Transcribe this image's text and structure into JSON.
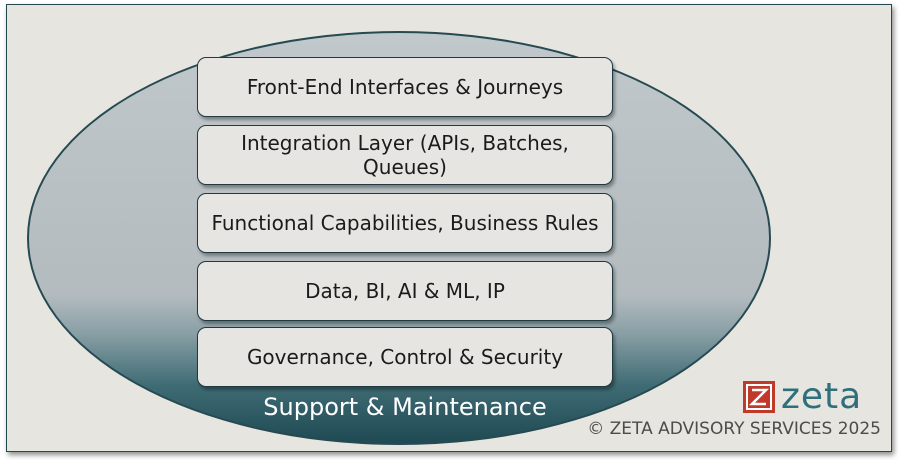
{
  "layers": [
    {
      "label": "Front-End Interfaces & Journeys"
    },
    {
      "label": "Integration Layer (APIs, Batches, Queues)"
    },
    {
      "label": "Functional Capabilities, Business Rules"
    },
    {
      "label": "Data, BI, AI & ML, IP"
    },
    {
      "label": "Governance, Control & Security"
    }
  ],
  "support_label": "Support & Maintenance",
  "brand": {
    "name": "zeta",
    "copyright": "© ZETA ADVISORY SERVICES 2025"
  },
  "colors": {
    "ellipse_border": "#264a52",
    "layer_fill": "#e7e5e2",
    "brand_teal": "#2f6f7b",
    "logo_red": "#c0392b"
  }
}
